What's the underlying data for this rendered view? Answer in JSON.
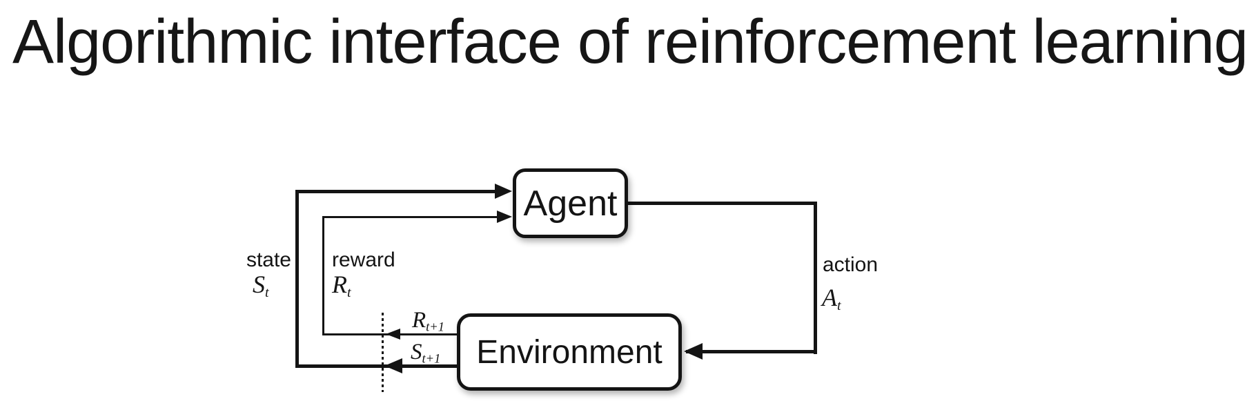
{
  "slide": {
    "title": "Algorithmic interface of reinforcement learning"
  },
  "diagram": {
    "agent_label": "Agent",
    "environment_label": "Environment",
    "state": {
      "word": "state",
      "symbol": "S",
      "sub": "t"
    },
    "reward": {
      "word": "reward",
      "symbol": "R",
      "sub": "t"
    },
    "action": {
      "word": "action",
      "symbol": "A",
      "sub": "t"
    },
    "next_reward": {
      "symbol": "R",
      "sub": "t+1"
    },
    "next_state": {
      "symbol": "S",
      "sub": "t+1"
    },
    "colors": {
      "ink": "#141414",
      "background": "#ffffff"
    }
  }
}
